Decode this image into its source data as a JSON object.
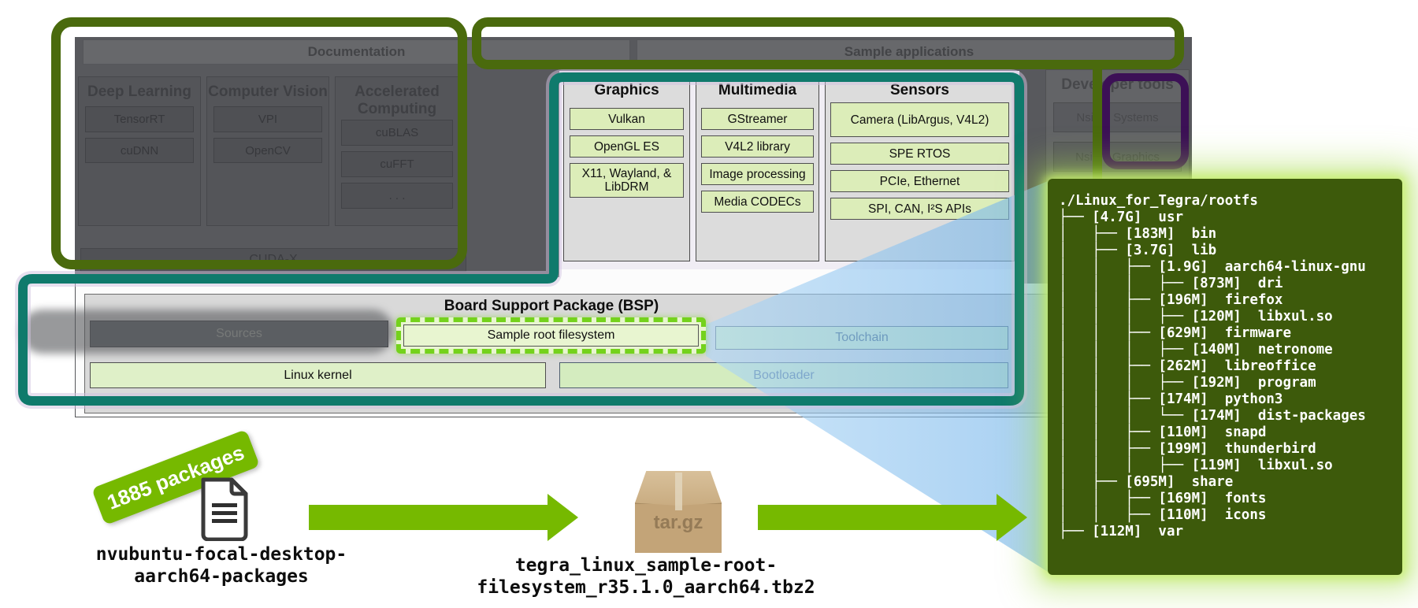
{
  "stack": {
    "documentation_label": "Documentation",
    "sample_applications_label": "Sample applications",
    "cuda_x_label": "CUDA-X",
    "doc_columns": [
      {
        "title": "Deep Learning",
        "items": [
          "TensorRT",
          "cuDNN"
        ]
      },
      {
        "title": "Computer Vision",
        "items": [
          "VPI",
          "OpenCV"
        ]
      },
      {
        "title": "Accelerated Computing",
        "items": [
          "cuBLAS",
          "cuFFT",
          ". . ."
        ]
      }
    ],
    "app_columns": [
      {
        "title": "Graphics",
        "items": [
          "Vulkan",
          "OpenGL ES",
          "X11, Wayland, & LibDRM"
        ]
      },
      {
        "title": "Multimedia",
        "items": [
          "GStreamer",
          "V4L2 library",
          "Image processing",
          "Media CODECs"
        ]
      },
      {
        "title": "Sensors",
        "items": [
          "Camera (LibArgus, V4L2)",
          "SPE RTOS",
          "PCIe, Ethernet",
          "SPI, CAN, I²S APIs"
        ]
      },
      {
        "title": "Developer tools",
        "items": [
          "Nsight Systems",
          "Nsight Graphics"
        ]
      }
    ],
    "bsp": {
      "title": "Board Support Package (BSP)",
      "sources": "Sources",
      "sample_rootfs": "Sample root filesystem",
      "toolchain": "Toolchain",
      "linux_kernel": "Linux kernel",
      "bootloader": "Bootloader"
    }
  },
  "terminal": {
    "lines": [
      "./Linux_for_Tegra/rootfs",
      "├── [4.7G]  usr",
      "│   ├── [183M]  bin",
      "│   ├── [3.7G]  lib",
      "│   │   ├── [1.9G]  aarch64-linux-gnu",
      "│   │   │   ├── [873M]  dri",
      "│   │   ├── [196M]  firefox",
      "│   │   │   ├── [120M]  libxul.so",
      "│   │   ├── [629M]  firmware",
      "│   │   │   ├── [140M]  netronome",
      "│   │   ├── [262M]  libreoffice",
      "│   │   │   ├── [192M]  program",
      "│   │   ├── [174M]  python3",
      "│   │   │   └── [174M]  dist-packages",
      "│   │   ├── [110M]  snapd",
      "│   │   ├── [199M]  thunderbird",
      "│   │   │   ├── [119M]  libxul.so",
      "│   ├── [695M]  share",
      "│   │   ├── [169M]  fonts",
      "│   │   ├── [110M]  icons",
      "├── [112M]  var"
    ]
  },
  "flow": {
    "badge": "1885 packages",
    "packages_label": "nvubuntu-focal-desktop-\naarch64-packages",
    "tarball_label": "tegra_linux_sample-root-\nfilesystem_r35.1.0_aarch64.tbz2",
    "tar_gz": "tar.gz"
  },
  "colors": {
    "nvidia_green": "#76b900",
    "dash_green": "#74d21c",
    "teal_border": "#0f7a6c",
    "olive_border": "#4a6a0d",
    "purple_border": "#3c1056",
    "terminal_bg": "#3d5a0b",
    "beam_blue": "#86bfee"
  }
}
